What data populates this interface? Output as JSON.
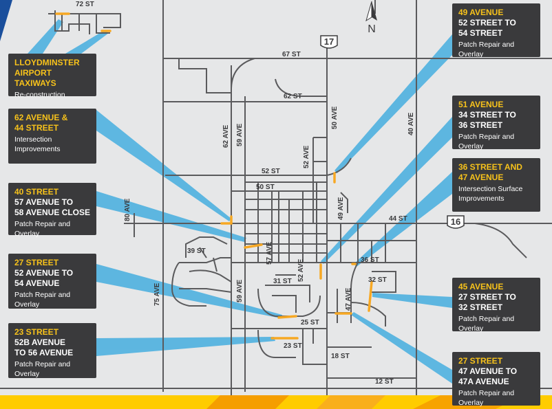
{
  "map": {
    "north_label": "N",
    "highway_labels": [
      "17",
      "16"
    ],
    "road_labels": {
      "st72": "72 ST",
      "st67": "67 ST",
      "st62": "62 ST",
      "st52": "52 ST",
      "st50": "50 ST",
      "st44": "44 ST",
      "st39": "39 ST",
      "st36": "36 ST",
      "st32": "32 ST",
      "st31": "31 ST",
      "st25": "25 ST",
      "st23": "23 ST",
      "st18": "18 ST",
      "st12": "12 ST",
      "ave80": "80 AVE",
      "ave75": "75 AVE",
      "ave62": "62 AVE",
      "ave59a": "59 AVE",
      "ave59b": "59 AVE",
      "ave57": "57 AVE",
      "ave52a": "52 AVE",
      "ave52b": "52 AVE",
      "ave50": "50 AVE",
      "ave49": "49 AVE",
      "ave47": "47 AVE",
      "ave40": "40 AVE"
    }
  },
  "callouts": {
    "airport": {
      "title1": "LLOYDMINSTER",
      "title2": "AIRPORT TAXIWAYS",
      "desc": "Re-construction"
    },
    "ave62": {
      "title1": "62 AVENUE &",
      "title2": "44 STREET",
      "desc1": "Intersection",
      "desc2": "Improvements"
    },
    "st40": {
      "title": "40 STREET",
      "line1": "57 AVENUE TO",
      "line2": "58 AVENUE CLOSE",
      "desc": "Patch Repair and Overlay"
    },
    "st27a": {
      "title": "27 STREET",
      "line1": "52 AVENUE TO",
      "line2": "54 AVENUE",
      "desc": "Patch Repair and Overlay"
    },
    "st23": {
      "title": "23 STREET",
      "line1": "52B AVENUE",
      "line2": "TO 56 AVENUE",
      "desc": "Patch Repair and Overlay"
    },
    "ave49": {
      "title": "49 AVENUE",
      "line1": "52 STREET TO",
      "line2": "54 STREET",
      "desc": "Patch Repair and Overlay"
    },
    "ave51": {
      "title": "51 AVENUE",
      "line1": "34 STREET TO",
      "line2": "36 STREET",
      "desc": "Patch Repair and Overlay"
    },
    "st36": {
      "title1": "36 STREET AND",
      "title2": "47 AVENUE",
      "desc1": "Intersection Surface",
      "desc2": "Improvements"
    },
    "ave45": {
      "title": "45 AVENUE",
      "line1": "27 STREET TO",
      "line2": "32 STREET",
      "desc": "Patch Repair and Overlay"
    },
    "st27b": {
      "title": "27 STREET",
      "line1": "47 AVENUE TO",
      "line2": "47A AVENUE",
      "desc": "Patch Repair and Overlay"
    }
  },
  "colors": {
    "background": "#e6e7e8",
    "road": "#5a5a5c",
    "highlight": "#f7a823",
    "callout_bg": "#3a3a3c",
    "callout_title": "#f7c21b",
    "pointer": "#4fb1e0",
    "banner_yellow": "#ffcc00",
    "banner_orange": "#f39200",
    "corner_blue": "#1a4f9c"
  },
  "icons": [
    "north-arrow-icon",
    "highway-shield-icon"
  ]
}
